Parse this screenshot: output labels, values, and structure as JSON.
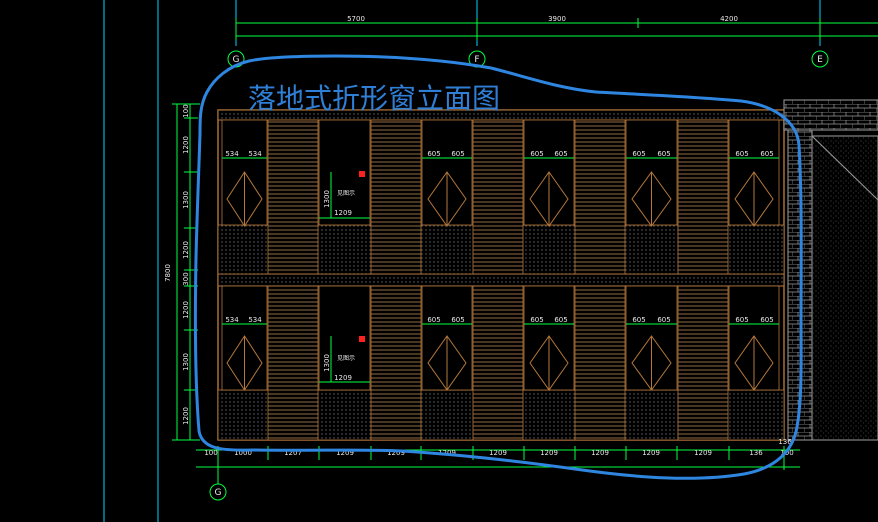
{
  "drawing": {
    "title": "落地式折形窗立面图",
    "top_dims": [
      "5700",
      "3900",
      "4200"
    ],
    "top_axes": [
      "G",
      "F",
      "E"
    ],
    "bottom_axis": "G",
    "height_total": "7800",
    "upper_floor_dims": [
      "1200",
      "1300",
      "1200"
    ],
    "lower_floor_dims": [
      "1200",
      "1300",
      "1200"
    ],
    "floor_band": "300",
    "top_band": "100",
    "window_label_534": "534",
    "window_label_605": "605",
    "door_width": "1209",
    "door_height": "1300",
    "door_note": "见图示",
    "bottom_dims": [
      "1000",
      "1207",
      "1209",
      "1209",
      "1209",
      "1209",
      "1209",
      "1209",
      "1209",
      "1209",
      "136"
    ],
    "bottom_left": "100",
    "bottom_right": "100",
    "right_dim": "136"
  },
  "colors": {
    "background": "#000000",
    "dimension_line": "#00ff40",
    "frame": "#b5773b",
    "hatch": "#8a8a8a",
    "markup": "#2f86e0",
    "axis_line": "#00e0ff"
  }
}
